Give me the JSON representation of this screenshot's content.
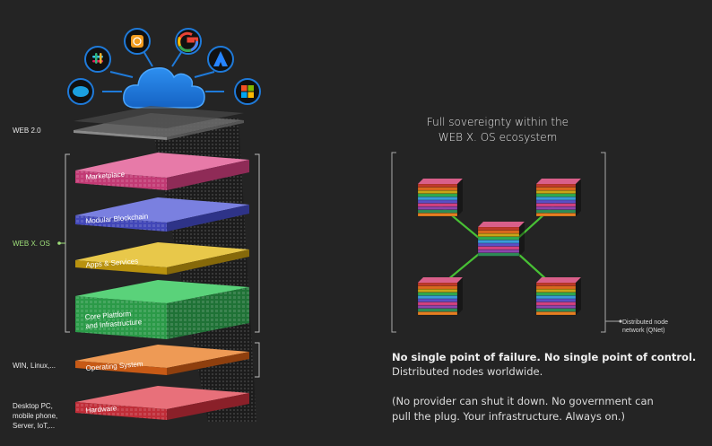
{
  "left": {
    "web20_label": "WEB 2.0",
    "webx_label": "WEB X. OS",
    "os_label": "WIN, Linux,...",
    "device_label_lines": [
      "Desktop PC,",
      "mobile phone,",
      "Server, IoT,..."
    ],
    "layers": [
      {
        "label": "Marketplace",
        "color": "#d2417f"
      },
      {
        "label": "Modular Blockchain",
        "color": "#4a4fc4"
      },
      {
        "label": "Apps & Services",
        "color": "#c9a417"
      },
      {
        "label_lines": [
          "Core Plattform",
          "and Infrastructure"
        ],
        "color": "#2fa84e"
      },
      {
        "label": "Operating System",
        "color": "#d9681e"
      },
      {
        "label": "Hardware",
        "color": "#d2353f"
      }
    ],
    "cloud_services": [
      "salesforce-icon",
      "slack-icon",
      "aws-icon",
      "google-icon",
      "atlassian-icon",
      "microsoft-icon"
    ]
  },
  "right": {
    "title_lines": [
      "Full sovereignty within the",
      "WEB X. OS ecosystem"
    ],
    "network_label_lines": [
      "Distributed node",
      "network (QNet)"
    ],
    "headline": "No single point of failure. No single point of control.",
    "subline": "Distributed nodes worldwide.",
    "paragraph_lines": [
      "(No provider can shut it down. No government can",
      "pull the plug. Your infrastructure. Always on.)"
    ]
  },
  "colors": {
    "background": "#242424",
    "cloud": "#1f7ad9",
    "link": "#4cd137",
    "accent_green": "#9fe07a"
  }
}
